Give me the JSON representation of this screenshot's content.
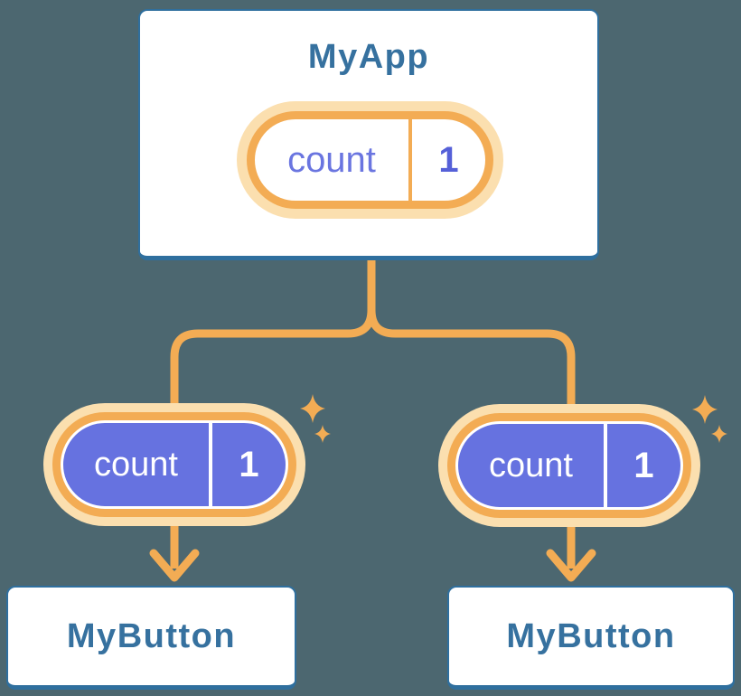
{
  "diagram": {
    "description": "Component tree: root component holds state shared with two child components",
    "root": {
      "title": "MyApp",
      "state": {
        "name": "count",
        "value": "1"
      }
    },
    "children": [
      {
        "title": "MyButton",
        "state": {
          "name": "count",
          "value": "1"
        }
      },
      {
        "title": "MyButton",
        "state": {
          "name": "count",
          "value": "1"
        }
      }
    ]
  },
  "icons": {
    "sparkles": "sparkles-icon"
  },
  "colors": {
    "background": "#4C6770",
    "card_fill": "#FFFFFF",
    "card_border_blue": "#2F6F9E",
    "title_text_blue": "#36719F",
    "edge_orange": "#F3AC54",
    "halo_orange_light": "#FBDFAF",
    "pill_purple_fill": "#6672E0",
    "pill_name_purple": "#6A75E0",
    "pill_value_purple": "#5560D8",
    "pill_text_white": "#FFFFFF"
  }
}
